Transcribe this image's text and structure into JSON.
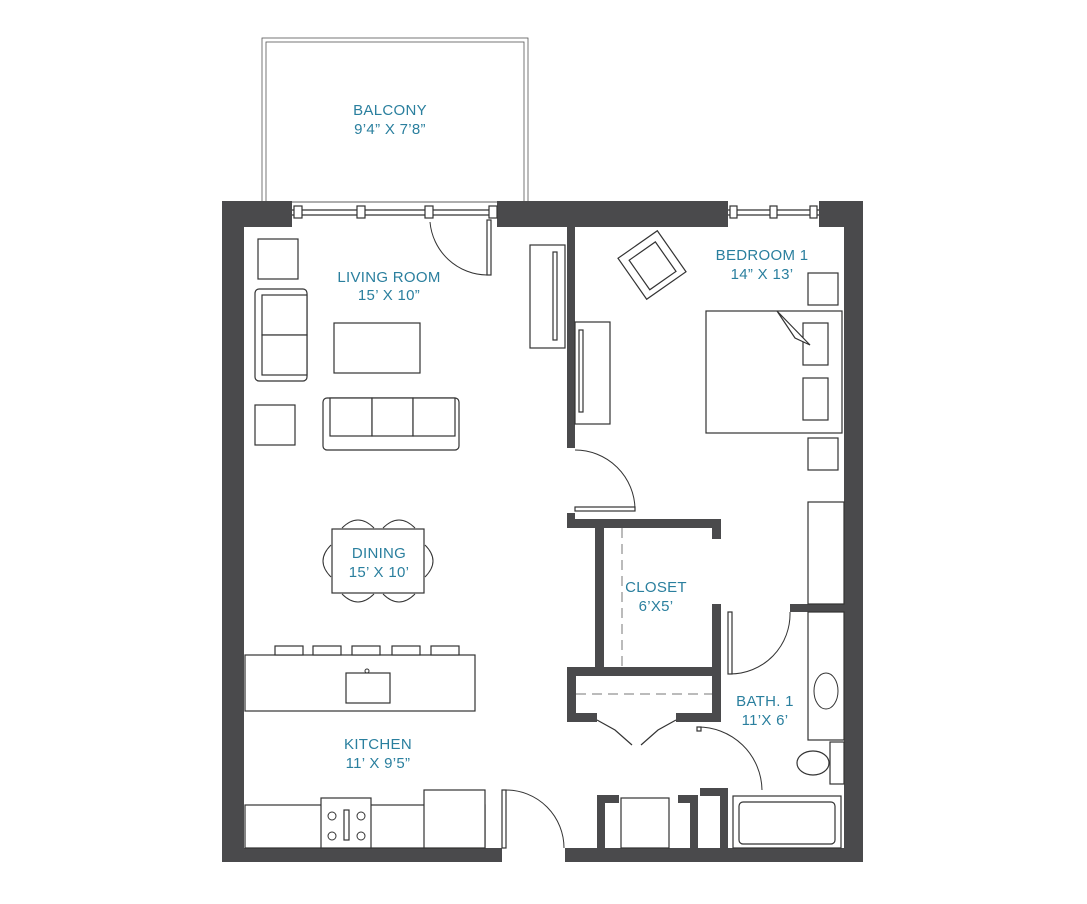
{
  "floorplan": {
    "colors": {
      "label": "#2a7f9e",
      "wall": "#4a4a4c",
      "line": "#333333"
    },
    "rooms": {
      "balcony": {
        "name": "BALCONY",
        "size": "9’4” X 7’8”"
      },
      "living_room": {
        "name": "LIVING ROOM",
        "size": "15’ X 10”"
      },
      "bedroom_1": {
        "name": "BEDROOM 1",
        "size": "14” X 13’"
      },
      "dining": {
        "name": "DINING",
        "size": "15’ X 10’"
      },
      "closet": {
        "name": "CLOSET",
        "size": "6’X5’"
      },
      "bath_1": {
        "name": "BATH. 1",
        "size": "11’X 6’"
      },
      "kitchen": {
        "name": "KITCHEN",
        "size": "11’ X 9’5”"
      }
    }
  }
}
